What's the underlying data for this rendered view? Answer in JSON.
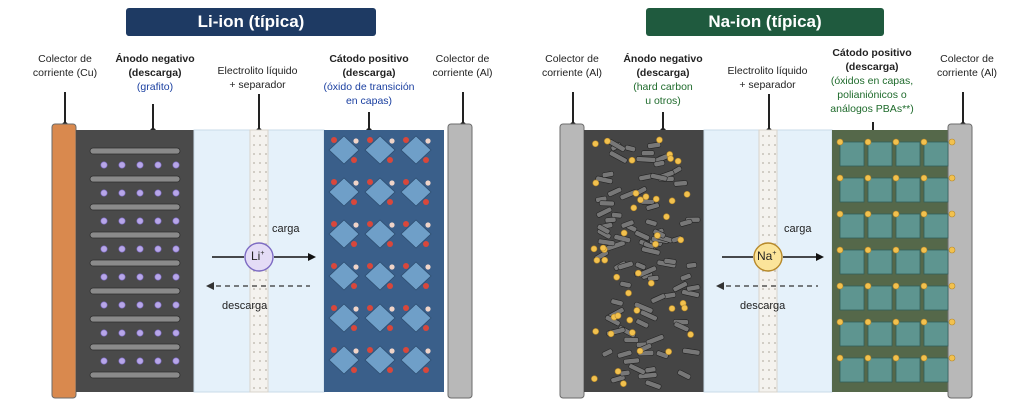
{
  "li": {
    "title": "Li-ion (típica)",
    "collector_left": [
      "Colector de",
      "corriente (Cu)"
    ],
    "anode": [
      "Ánodo negativo",
      "(descarga)"
    ],
    "anode_material": "(grafito)",
    "electrolyte": [
      "Electrolito líquido",
      "+ separador"
    ],
    "cathode": [
      "Cátodo positivo",
      "(descarga)"
    ],
    "cathode_material": [
      "(óxido de transición",
      "en capas)"
    ],
    "collector_right": [
      "Colector de",
      "corriente (Al)"
    ],
    "ion": "Li",
    "ion_charge": "+",
    "charge_label": "carga",
    "discharge_label": "descarga",
    "colors": {
      "collector_left": "#d9894e",
      "anode": "#4a4a4a",
      "electrolyte": "#e5f1fa",
      "cathode": "#3a5f8a",
      "collector_right": "#b8b8b8",
      "ion": "#e4dcf6",
      "atom": "#b7a6e8"
    }
  },
  "na": {
    "title": "Na-ion (típica)",
    "collector_left": [
      "Colector de",
      "corriente (Al)"
    ],
    "anode": [
      "Ánodo negativo",
      "(descarga)"
    ],
    "anode_material": [
      "(hard carbon",
      "u otros)"
    ],
    "electrolyte": [
      "Electrolito líquido",
      "+ separador"
    ],
    "cathode": [
      "Cátodo positivo",
      "(descarga)"
    ],
    "cathode_material": [
      "(óxidos en capas,",
      "polianiónicos o",
      "análogos PBAs**)"
    ],
    "collector_right": [
      "Colector de",
      "corriente (Al)"
    ],
    "ion": "Na",
    "ion_charge": "+",
    "charge_label": "carga",
    "discharge_label": "descarga",
    "colors": {
      "collector_left": "#b8b8b8",
      "anode": "#454545",
      "electrolyte": "#e5f1fa",
      "cathode": "#55684a",
      "collector_right": "#b8b8b8",
      "ion": "#fbe49a",
      "atom": "#f2c14e"
    }
  }
}
